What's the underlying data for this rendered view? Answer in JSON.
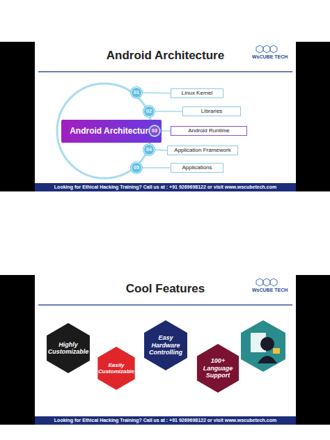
{
  "diagram": {
    "nodes": [
      {
        "text": [
          "Android Architecture"
        ]
      },
      {
        "text": [
          "01"
        ]
      },
      {
        "text": [
          "02"
        ]
      },
      {
        "text": [
          "03"
        ]
      },
      {
        "text": [
          "04"
        ]
      },
      {
        "text": [
          "05"
        ]
      },
      {
        "text": [
          "Linux Kernel"
        ]
      },
      {
        "text": [
          "Libraries"
        ]
      },
      {
        "text": [
          "Android Runtime"
        ]
      },
      {
        "text": [
          "Application Framework"
        ]
      },
      {
        "text": [
          "Applications"
        ]
      },
      {
        "text": [
          "Highly Customizable"
        ]
      },
      {
        "text": [
          "Easily Customizable"
        ]
      },
      {
        "text": [
          "Easy Hardware Controlling"
        ]
      },
      {
        "text": [
          "100+ Language Support"
        ]
      }
    ],
    "edges": [
      {
        "from": 1,
        "to": 6,
        "arrow": "none"
      },
      {
        "from": 2,
        "to": 7,
        "arrow": "none"
      },
      {
        "from": 3,
        "to": 8,
        "arrow": "none"
      },
      {
        "from": 4,
        "to": 9,
        "arrow": "none"
      },
      {
        "from": 5,
        "to": 10,
        "arrow": "none"
      }
    ],
    "labels": [
      "Android Architecture",
      "WsCUBE TECH",
      "Looking for Ethical Hacking Training? Call us at : +91 9269698122 or visit www.wscubetech.com",
      "Cool Features",
      "WsCUBE TECH",
      "Looking for Ethical Hacking Training? Call us at : +91 9269698122 or visit www.wscubetech.com"
    ]
  }
}
